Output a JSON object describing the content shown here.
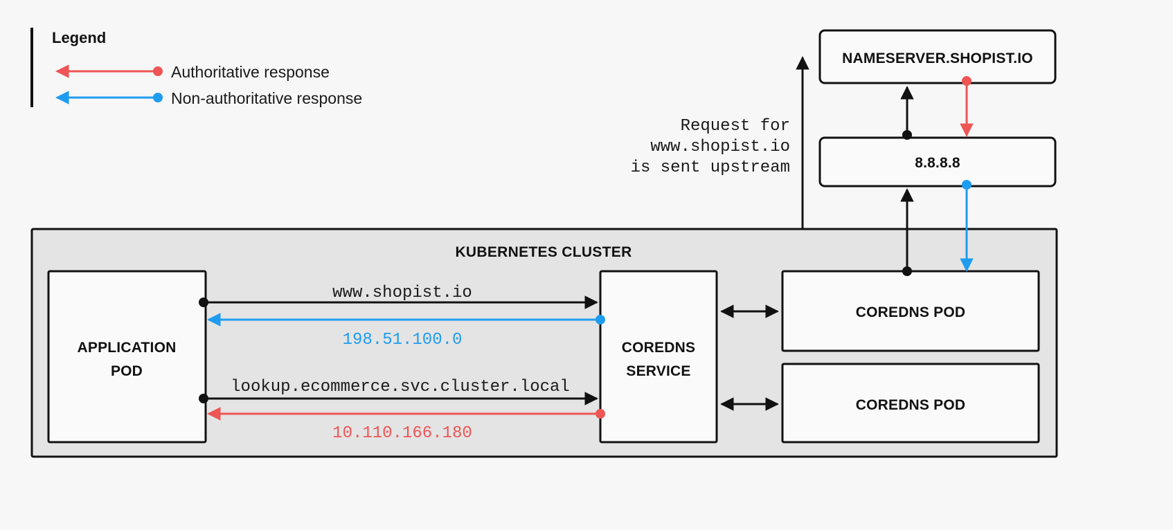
{
  "legend": {
    "title": "Legend",
    "items": [
      {
        "label": "Authoritative response",
        "color": "#ee5555",
        "key": "authoritative"
      },
      {
        "label": "Non-authoritative response",
        "color": "#1e9cf0",
        "key": "non-authoritative"
      }
    ]
  },
  "cluster": {
    "title": "KUBERNETES CLUSTER",
    "fill": "#e4e4e4"
  },
  "nodes": {
    "application_pod": "APPLICATION\nPOD",
    "application_pod_line1": "APPLICATION",
    "application_pod_line2": "POD",
    "coredns_service_line1": "COREDNS",
    "coredns_service_line2": "SERVICE",
    "coredns_pod_1": "COREDNS POD",
    "coredns_pod_2": "COREDNS POD",
    "nameserver": "NAMESERVER.SHOPIST.IO",
    "upstream_resolver": "8.8.8.8"
  },
  "edge_labels": {
    "query_external": "www.shopist.io",
    "response_external": "198.51.100.0",
    "query_internal": "lookup.ecommerce.svc.cluster.local",
    "response_internal": "10.110.166.180"
  },
  "annotation": {
    "line1": "Request for",
    "line2": "www.shopist.io",
    "line3": "is sent upstream"
  },
  "colors": {
    "background": "#f7f7f7",
    "stroke": "#111111",
    "node_fill": "#fafafa",
    "cluster_fill": "#e4e4e4",
    "authoritative": "#ee5555",
    "non_authoritative": "#1e9cf0"
  }
}
